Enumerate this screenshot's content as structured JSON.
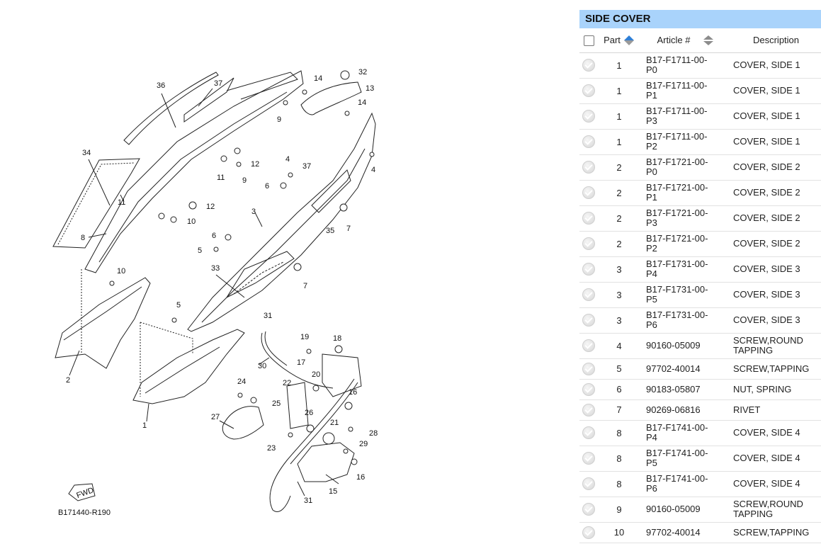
{
  "diagram": {
    "code": "B171440-R190",
    "fwd_label": "FWD",
    "callouts": [
      "36",
      "37",
      "14",
      "32",
      "13",
      "9",
      "14",
      "34",
      "11",
      "12",
      "9",
      "11",
      "4",
      "6",
      "37",
      "4",
      "12",
      "10",
      "8",
      "3",
      "35",
      "7",
      "6",
      "5",
      "33",
      "10",
      "7",
      "5",
      "31",
      "19",
      "18",
      "2",
      "17",
      "30",
      "20",
      "22",
      "16",
      "24",
      "25",
      "1",
      "27",
      "26",
      "21",
      "28",
      "23",
      "29",
      "16",
      "15",
      "31"
    ]
  },
  "panel": {
    "title": "SIDE COVER",
    "columns": {
      "part": "Part",
      "article": "Article #",
      "description": "Description"
    },
    "rows": [
      {
        "part": "1",
        "article": "B17-F1711-00-P0",
        "description": "COVER, SIDE 1"
      },
      {
        "part": "1",
        "article": "B17-F1711-00-P1",
        "description": "COVER, SIDE 1"
      },
      {
        "part": "1",
        "article": "B17-F1711-00-P3",
        "description": "COVER, SIDE 1"
      },
      {
        "part": "1",
        "article": "B17-F1711-00-P2",
        "description": "COVER, SIDE 1"
      },
      {
        "part": "2",
        "article": "B17-F1721-00-P0",
        "description": "COVER, SIDE 2"
      },
      {
        "part": "2",
        "article": "B17-F1721-00-P1",
        "description": "COVER, SIDE 2"
      },
      {
        "part": "2",
        "article": "B17-F1721-00-P3",
        "description": "COVER, SIDE 2"
      },
      {
        "part": "2",
        "article": "B17-F1721-00-P2",
        "description": "COVER, SIDE 2"
      },
      {
        "part": "3",
        "article": "B17-F1731-00-P4",
        "description": "COVER, SIDE 3"
      },
      {
        "part": "3",
        "article": "B17-F1731-00-P5",
        "description": "COVER, SIDE 3"
      },
      {
        "part": "3",
        "article": "B17-F1731-00-P6",
        "description": "COVER, SIDE 3"
      },
      {
        "part": "4",
        "article": "90160-05009",
        "description": "SCREW,ROUND TAPPING"
      },
      {
        "part": "5",
        "article": "97702-40014",
        "description": "SCREW,TAPPING"
      },
      {
        "part": "6",
        "article": "90183-05807",
        "description": "NUT, SPRING"
      },
      {
        "part": "7",
        "article": "90269-06816",
        "description": "RIVET"
      },
      {
        "part": "8",
        "article": "B17-F1741-00-P4",
        "description": "COVER, SIDE 4"
      },
      {
        "part": "8",
        "article": "B17-F1741-00-P5",
        "description": "COVER, SIDE 4"
      },
      {
        "part": "8",
        "article": "B17-F1741-00-P6",
        "description": "COVER, SIDE 4"
      },
      {
        "part": "9",
        "article": "90160-05009",
        "description": "SCREW,ROUND TAPPING"
      },
      {
        "part": "10",
        "article": "97702-40014",
        "description": "SCREW,TAPPING"
      }
    ]
  }
}
